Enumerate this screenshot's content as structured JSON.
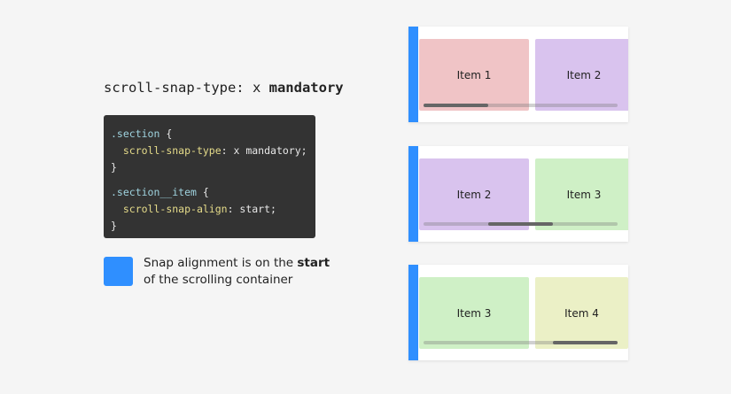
{
  "heading": {
    "code": "scroll-snap-type: x ",
    "bold": "mandatory"
  },
  "code": {
    "l1_sel": ".section",
    "l1_rest": " {",
    "l2_prop": "scroll-snap-type",
    "l2_rest": ": x mandatory;",
    "l3": "}",
    "l4_sel": ".section__item",
    "l4_rest": " {",
    "l5_prop": "scroll-snap-align",
    "l5_rest": ": start;",
    "l6": "}"
  },
  "note": {
    "pre": "Snap alignment is on the ",
    "bold": "start",
    "line2": "of the scrolling container"
  },
  "panels": [
    {
      "items": [
        "Item 1",
        "Item 2"
      ],
      "scroll_position": 0
    },
    {
      "items": [
        "Item 2",
        "Item 3"
      ],
      "scroll_position": 0.5
    },
    {
      "items": [
        "Item 3",
        "Item 4"
      ],
      "scroll_position": 1
    }
  ],
  "colors": {
    "accent": "#2f8fff",
    "Item 1": "#f0c4c6",
    "Item 2": "#d9c3ee",
    "Item 3": "#cff0c6",
    "Item 4": "#ebf0c6"
  }
}
